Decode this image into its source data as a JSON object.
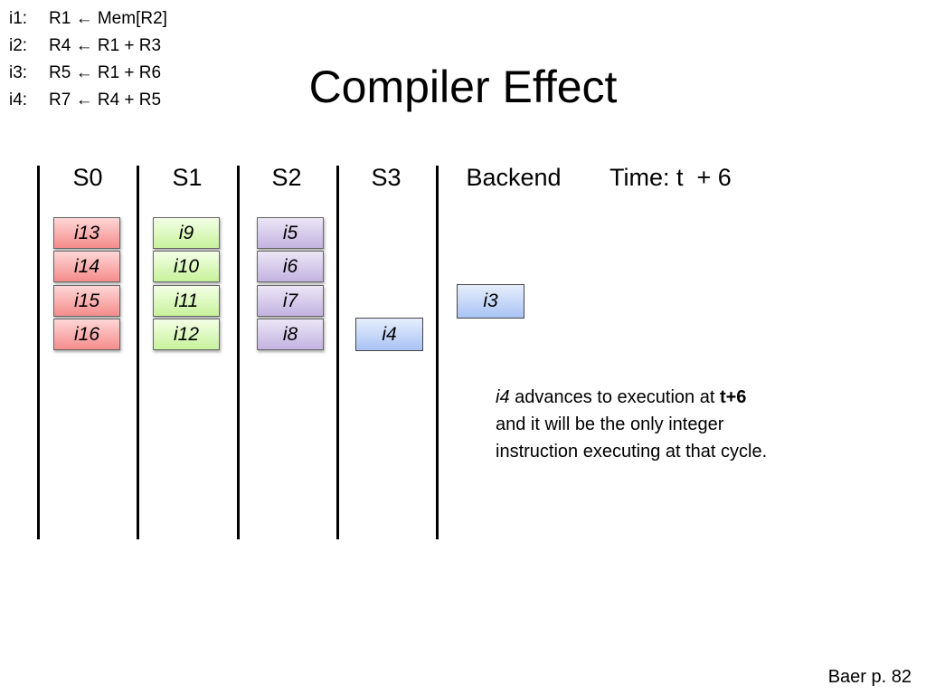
{
  "code": [
    {
      "label": "i1:",
      "text": "R1 ← Mem[R2]"
    },
    {
      "label": "i2:",
      "text": "R4 ← R1 + R3"
    },
    {
      "label": "i3:",
      "text": "R5 ← R1 + R6"
    },
    {
      "label": "i4:",
      "text": "R7 ← R4 + R5"
    }
  ],
  "title": "Compiler Effect",
  "stages": [
    "S0",
    "S1",
    "S2",
    "S3",
    "Backend"
  ],
  "time_label": "Time: t  + 6",
  "pipeline": {
    "s0": [
      "i13",
      "i14",
      "i15",
      "i16"
    ],
    "s1": [
      "i9",
      "i10",
      "i11",
      "i12"
    ],
    "s2": [
      "i5",
      "i6",
      "i7",
      "i8"
    ],
    "s3": [
      "i4"
    ],
    "backend": [
      "i3"
    ]
  },
  "colors": {
    "s0": "#f58c8c",
    "s1": "#c8f29c",
    "s2": "#c2b3e0",
    "s3": "#a9c3f4",
    "backend": "#a9c3f4"
  },
  "note": {
    "line1_italic": "i4",
    "line1_text": " advances to execution at ",
    "line1_bold": "t+6",
    "line2": "and it will be the only integer",
    "line3": "instruction executing at that cycle."
  },
  "source": "Baer p. 82"
}
